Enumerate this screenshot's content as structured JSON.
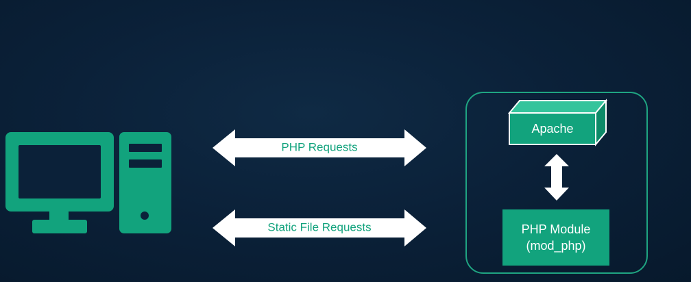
{
  "colors": {
    "background": "#0b2139",
    "accent": "#12a37d",
    "arrow": "#ffffff",
    "text_light": "#ffffff"
  },
  "client": {
    "icon": "desktop-computer-icon"
  },
  "arrows": {
    "php_requests_label": "PHP Requests",
    "static_requests_label": "Static File Requests"
  },
  "server": {
    "apache_label": "Apache",
    "module_label_line1": "PHP Module",
    "module_label_line2": "(mod_php)"
  }
}
